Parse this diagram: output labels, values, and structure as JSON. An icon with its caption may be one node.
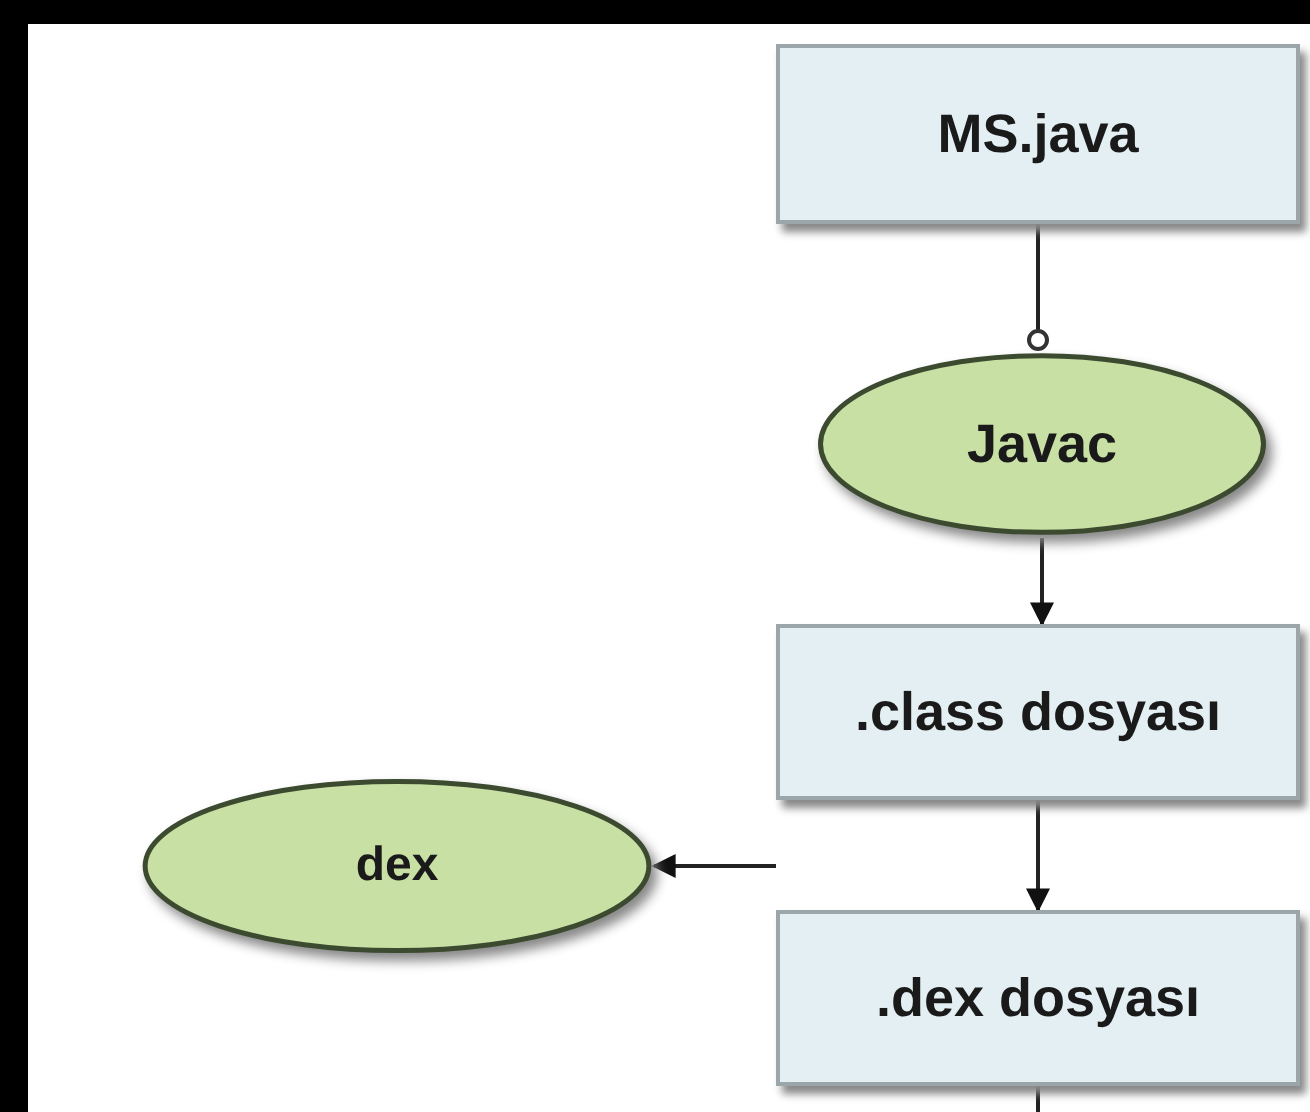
{
  "diagram": {
    "nodes": [
      {
        "text": [
          "MS.java"
        ]
      },
      {
        "text": [
          "Javac"
        ]
      },
      {
        "text": [
          ".class dosyası"
        ]
      },
      {
        "text": [
          "dex"
        ]
      },
      {
        "text": [
          ".dex dosyası"
        ]
      }
    ],
    "edges": [
      {
        "from": 0,
        "to": 1,
        "arrow": "other"
      },
      {
        "from": 1,
        "to": 2,
        "arrow": "to"
      },
      {
        "from": 2,
        "to": 4,
        "arrow": "to"
      },
      {
        "from": null,
        "to": 3,
        "arrow": "to"
      },
      {
        "from": 4,
        "to": null,
        "arrow": "none"
      }
    ]
  }
}
